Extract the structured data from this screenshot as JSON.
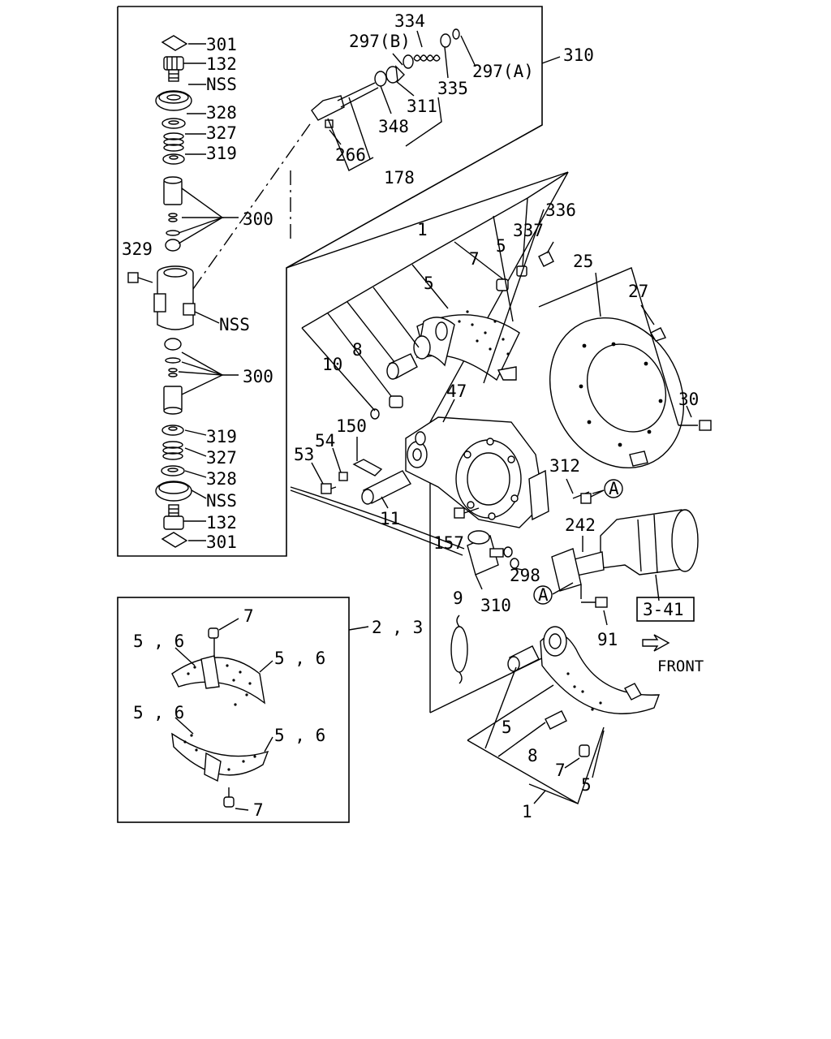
{
  "diagram": {
    "labels": {
      "l301a": "301",
      "l132a": "132",
      "lnssa": "NSS",
      "l328a": "328",
      "l327a": "327",
      "l319a": "319",
      "l300a": "300",
      "l329": "329",
      "lnssb": "NSS",
      "l300b": "300",
      "l319b": "319",
      "l327b": "327",
      "l328b": "328",
      "lnssc": "NSS",
      "l132b": "132",
      "l301b": "301",
      "l334": "334",
      "l297b": "297(B)",
      "l310a": "310",
      "l297a": "297(A)",
      "l335": "335",
      "l311": "311",
      "l348": "348",
      "l266": "266",
      "l178": "178",
      "l336": "336",
      "l1a": "1",
      "l337": "337",
      "l5a": "5",
      "l7a": "7",
      "l25": "25",
      "l5b": "5",
      "l27": "27",
      "l10": "10",
      "l8a": "8",
      "l47": "47",
      "l30": "30",
      "l150": "150",
      "l54": "54",
      "l53": "53",
      "l312": "312",
      "lA1": "A",
      "l11": "11",
      "l242": "242",
      "l157": "157",
      "l298": "298",
      "lA2": "A",
      "l310b": "310",
      "l9": "9",
      "l341": "3-41",
      "l91": "91",
      "lfront": "FRONT",
      "l23": "2 , 3",
      "l7b": "7",
      "l56a": "5 , 6",
      "l56b": "5 , 6",
      "l56c": "5 , 6",
      "l56d": "5 , 6",
      "l7c": "7",
      "l5c": "5",
      "l8b": "8",
      "l7d": "7",
      "l5d": "5",
      "l1b": "1"
    }
  }
}
